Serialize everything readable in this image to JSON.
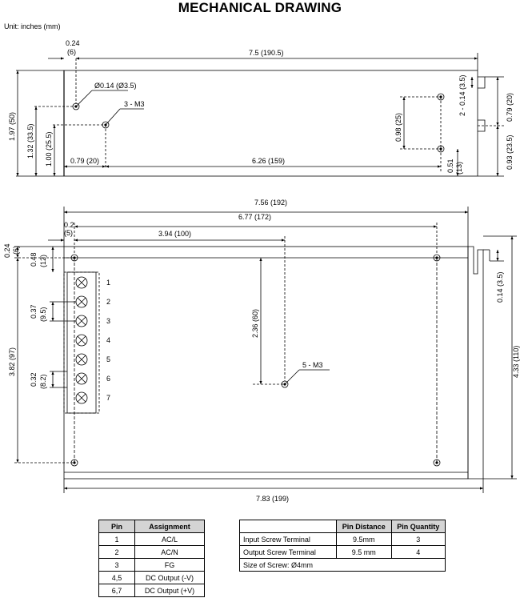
{
  "title": "MECHANICAL DRAWING",
  "unit_note": "Unit: inches (mm)",
  "top_view": {
    "dim_0_24": "0.24",
    "dim_6": "(6)",
    "dim_width": "7.5 (190.5)",
    "hole_dia": "Ø0.14 (Ø3.5)",
    "screw_m3": "3 - M3",
    "dim_height_total": "1.97 (50)",
    "dim_1_32": "1.32 (33.5)",
    "dim_1_00": "1.00 (25.5)",
    "dim_0_79_20": "0.79 (20)",
    "dim_6_26": "6.26 (159)",
    "dim_0_98": "0.98 (25)",
    "dim_slot": "2 - 0.14 (3.5)",
    "dim_0_79_right": "0.79 (20)",
    "dim_0_93": "0.93 (23.5)",
    "dim_0_51": "0.51",
    "dim_13": "(13)"
  },
  "bottom_view": {
    "dim_7_56": "7.56 (192)",
    "dim_6_77": "6.77 (172)",
    "dim_0_2": "0.2",
    "dim_5": "(5)",
    "dim_3_94": "3.94 (100)",
    "dim_0_24": "0.24",
    "dim_6": "(6)",
    "dim_0_48": "0.48",
    "dim_12": "(12)",
    "dim_0_37": "0.37",
    "dim_9_5": "(9.5)",
    "dim_0_32": "0.32",
    "dim_8_2": "(8.2)",
    "dim_3_82": "3.82 (97)",
    "dim_2_36": "2.36 (60)",
    "screw_m3": "5 - M3",
    "dim_0_14": "0.14 (3.5)",
    "dim_4_33": "4.33 (110)",
    "dim_7_83": "7.83 (199)",
    "terminal_numbers": [
      "1",
      "2",
      "3",
      "4",
      "5",
      "6",
      "7"
    ]
  },
  "pin_table": {
    "headers": [
      "Pin",
      "Assignment"
    ],
    "rows": [
      [
        "1",
        "AC/L"
      ],
      [
        "2",
        "AC/N"
      ],
      [
        "3",
        "FG"
      ],
      [
        "4,5",
        "DC Output (-V)"
      ],
      [
        "6,7",
        "DC Output (+V)"
      ]
    ]
  },
  "terminal_table": {
    "headers": [
      "",
      "Pin Distance",
      "Pin Quantity"
    ],
    "rows": [
      [
        "Input Screw Terminal",
        "9.5mm",
        "3"
      ],
      [
        "Output Screw Terminal",
        "9.5 mm",
        "4"
      ]
    ],
    "footer": "Size of Screw: Ø4mm"
  }
}
